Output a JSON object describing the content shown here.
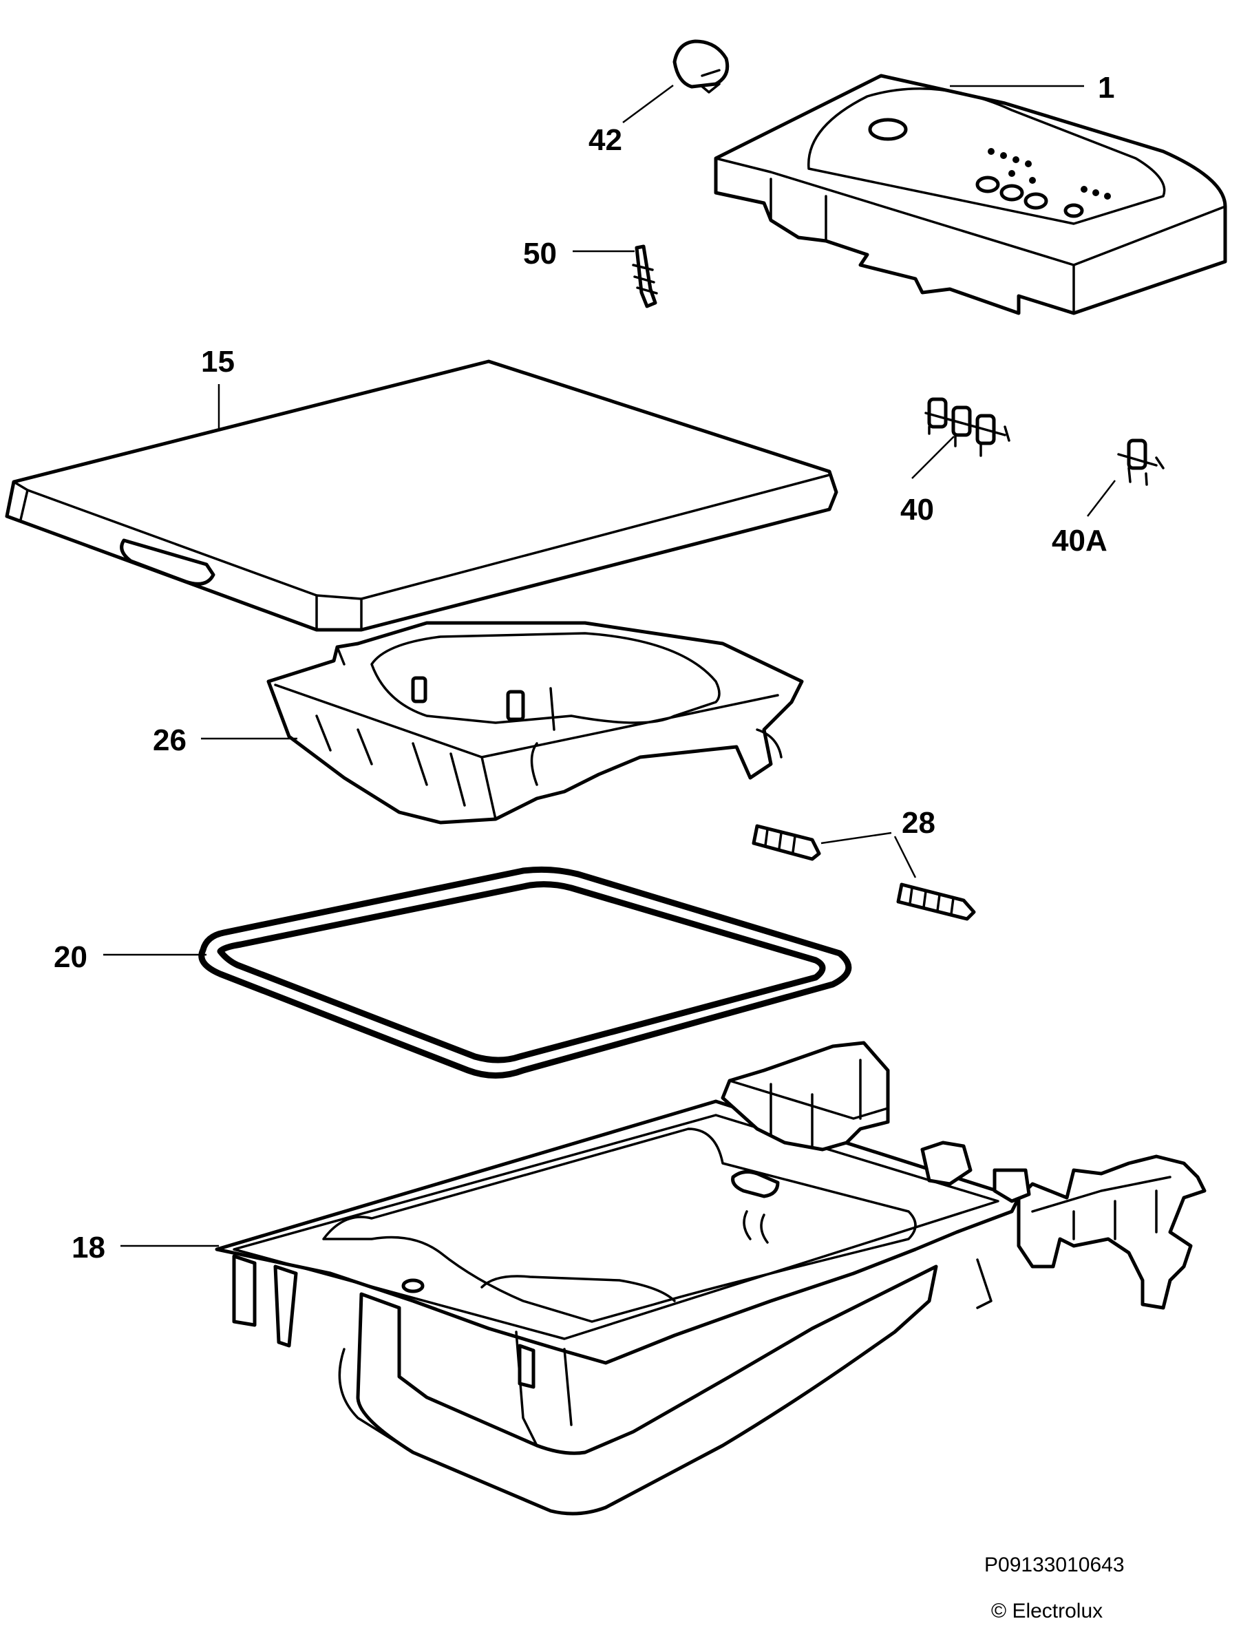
{
  "callouts": {
    "c1": "1",
    "c42": "42",
    "c50": "50",
    "c15": "15",
    "c40": "40",
    "c40a": "40A",
    "c26": "26",
    "c28": "28",
    "c20": "20",
    "c18": "18"
  },
  "footer": {
    "drawing_code": "P09133010643",
    "copyright": "© Electrolux"
  }
}
